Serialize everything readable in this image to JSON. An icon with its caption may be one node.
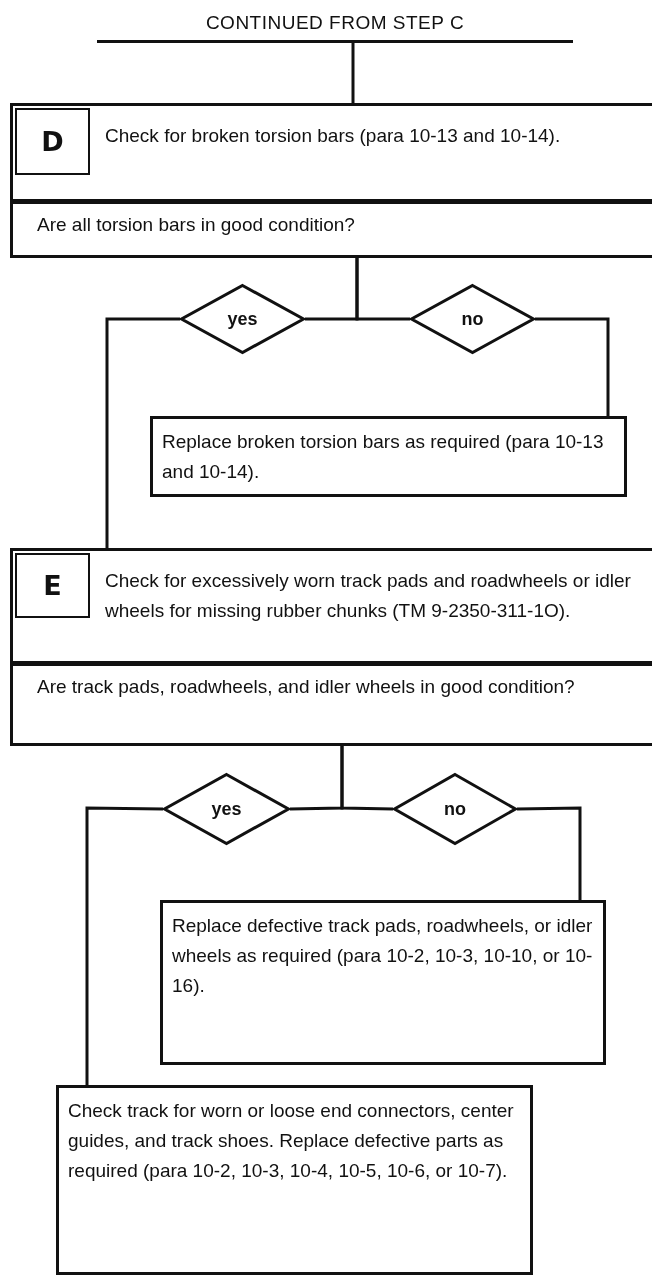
{
  "diagram": {
    "nodes": [
      {
        "text": [
          "CONTINUED FROM STEP C"
        ]
      },
      {
        "text": [
          "Check for broken torsion bars (para 10-13 and 10-14)."
        ]
      },
      {
        "text": [
          "D"
        ],
        "in": 1
      },
      {
        "text": [
          "Are all torsion bars in good condition?"
        ]
      },
      {
        "text": [
          "yes"
        ]
      },
      {
        "text": [
          "no"
        ]
      },
      {
        "text": [
          "Replace broken torsion bars as required (para 10-13 and 10-14)."
        ]
      },
      {
        "text": [
          "Check for excessively worn track pads and roadwheels or idler wheels for missing rubber chunks (TM 9-2350-311-1O)."
        ]
      },
      {
        "text": [
          "E"
        ],
        "in": 7
      },
      {
        "text": [
          "Are track pads, roadwheels, and idler wheels in good condition?"
        ]
      },
      {
        "text": [
          "yes"
        ]
      },
      {
        "text": [
          "no"
        ]
      },
      {
        "text": [
          "Replace defective track pads, roadwheels, or idler wheels as required (para 10-2, 10-3, 10-10, or 10-16)."
        ]
      },
      {
        "text": [
          "Check track for worn or loose end connectors, center guides, and track shoes. Replace defective parts as required (para 10-2, 10-3, 10-4, 10-5, 10-6, or 10-7)."
        ]
      }
    ],
    "edges": [
      {
        "from": 0,
        "to": 1,
        "arrow": "none"
      },
      {
        "from": 3,
        "to": 4,
        "arrow": "none"
      },
      {
        "from": 3,
        "to": 5,
        "arrow": "none"
      },
      {
        "from": 5,
        "to": 6,
        "arrow": "none"
      },
      {
        "from": 4,
        "to": 7,
        "arrow": "none"
      },
      {
        "from": 9,
        "to": 10,
        "arrow": "none"
      },
      {
        "from": 9,
        "to": 11,
        "arrow": "none"
      },
      {
        "from": 11,
        "to": 12,
        "arrow": "none"
      },
      {
        "from": 10,
        "to": 13,
        "arrow": "none"
      }
    ]
  }
}
